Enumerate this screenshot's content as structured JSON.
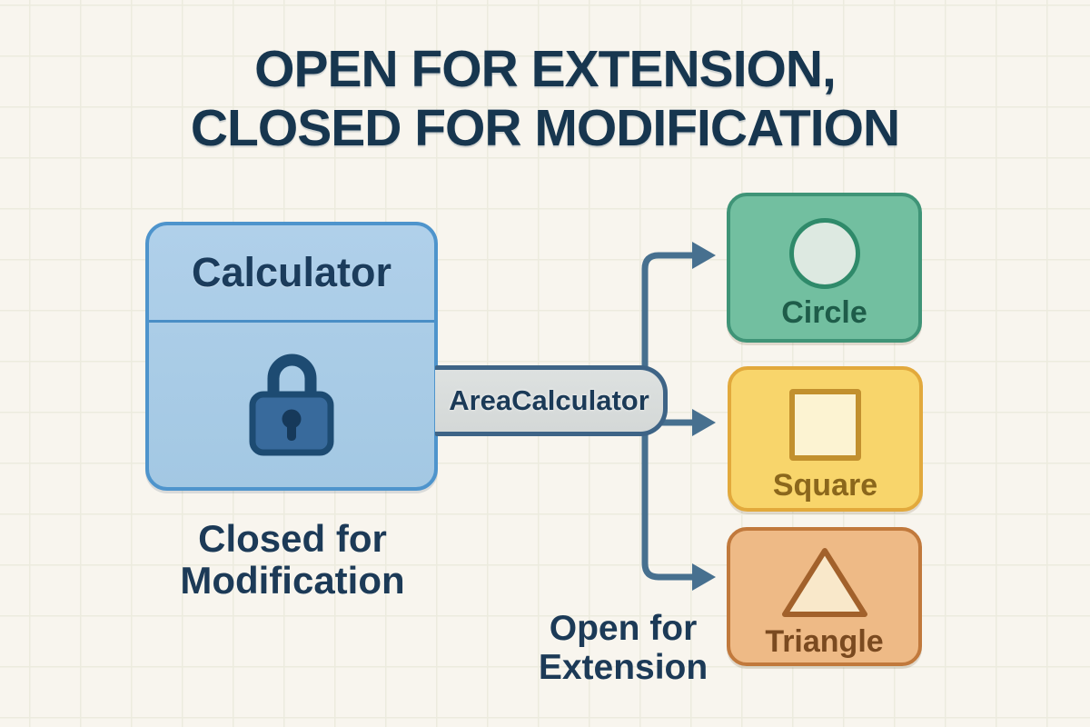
{
  "title": {
    "line1": "OPEN FOR EXTENSION,",
    "line2": "CLOSED FOR MODIFICATION"
  },
  "calculator_box": {
    "title": "Calculator",
    "icon": "lock-icon"
  },
  "connector": {
    "label": "AreaCalculator"
  },
  "captions": {
    "closed_line1": "Closed for",
    "closed_line2": "Modification",
    "open_line1": "Open for",
    "open_line2": "Extension"
  },
  "shape_boxes": [
    {
      "label": "Circle",
      "icon": "circle-icon",
      "fill": "#72bfa0",
      "border": "#3f9477",
      "label_color": "#1e5c49"
    },
    {
      "label": "Square",
      "icon": "square-icon",
      "fill": "#f8d56b",
      "border": "#e2a93c",
      "label_color": "#8b671c"
    },
    {
      "label": "Triangle",
      "icon": "triangle-icon",
      "fill": "#eeba86",
      "border": "#c1793c",
      "label_color": "#7a4a20"
    }
  ],
  "colors": {
    "background": "#f8f5ee",
    "grid_line": "#ecebde",
    "title_text": "#17364f",
    "calculator_fill": "#a9cbe6",
    "calculator_border": "#4e94cc",
    "lock_dark": "#1d4b72",
    "lock_body": "#386a9c",
    "connector_line": "#47708f",
    "connector_bar_fill": "#d9dddb",
    "connector_bar_border": "#3e6486"
  }
}
